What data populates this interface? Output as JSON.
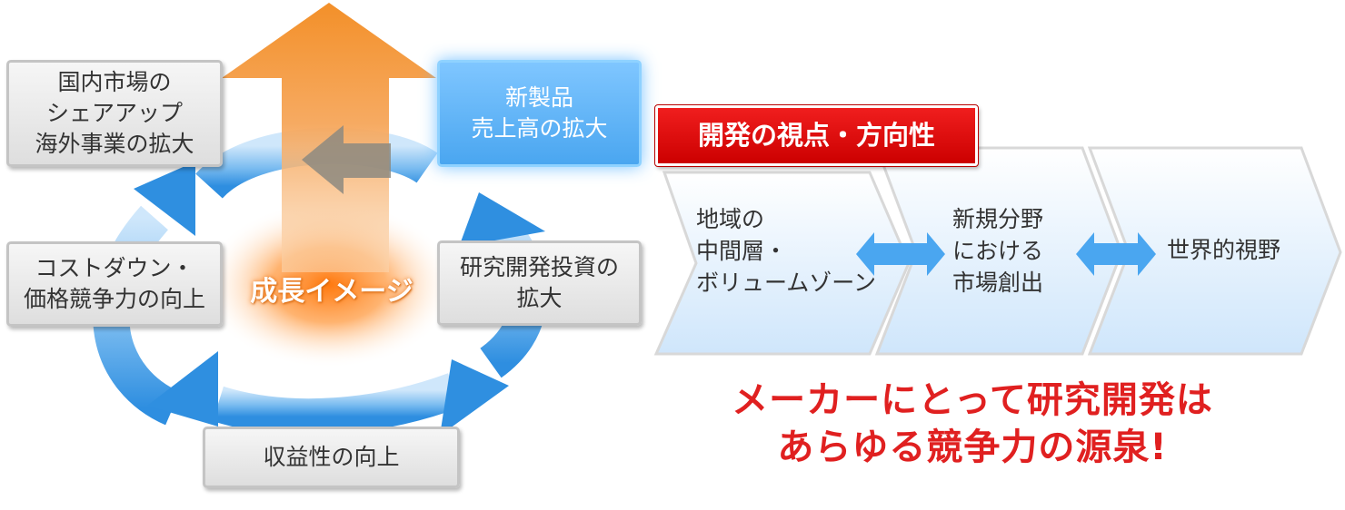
{
  "cycle": {
    "center_label": "成長イメージ",
    "boxes": {
      "domestic_market": [
        "国内市場の",
        "シェアアップ",
        "海外事業の拡大"
      ],
      "new_product": [
        "新製品",
        "売上高の拡大"
      ],
      "cost_down": [
        "コストダウン・",
        "価格競争力の向上"
      ],
      "research_investment": [
        "研究開発投資の",
        "拡大"
      ],
      "profitability": [
        "収益性の向上"
      ]
    }
  },
  "perspective": {
    "title": "開発の視点・方向性",
    "steps": [
      [
        "地域の",
        "中間層・",
        "ボリュームゾーン"
      ],
      [
        "新規分野",
        "における",
        "市場創出"
      ],
      [
        "世界的視野"
      ]
    ]
  },
  "slogan": {
    "line1": "メーカーにとって研究開発は",
    "line2": "あらゆる競争力の源泉!"
  },
  "colors": {
    "cycle_arrow": "#2f8fe0",
    "growth_arrow": "#f28a1e",
    "title_red": "#dd0000",
    "slogan_red": "#e02020",
    "new_product_blue": "#5ab0f5"
  }
}
